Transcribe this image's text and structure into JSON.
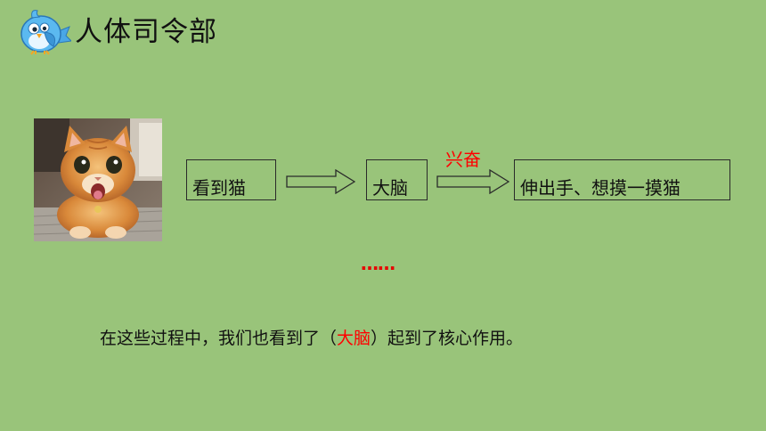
{
  "header": {
    "title": "人体司令部"
  },
  "flow": {
    "box1": "看到猫",
    "box2": "大脑",
    "box3": "伸出手、想摸一摸猫",
    "arrow_label": "兴奋"
  },
  "ellipsis": "……",
  "sentence": {
    "prefix": "在这些过程中，我们也看到了（",
    "answer": "大脑",
    "suffix": "）起到了核心作用。"
  },
  "colors": {
    "background": "#99c47a",
    "highlight": "#ff0000",
    "text": "#111111"
  },
  "icons": {
    "title_icon": "bird-icon",
    "photo": "cat-photo"
  }
}
